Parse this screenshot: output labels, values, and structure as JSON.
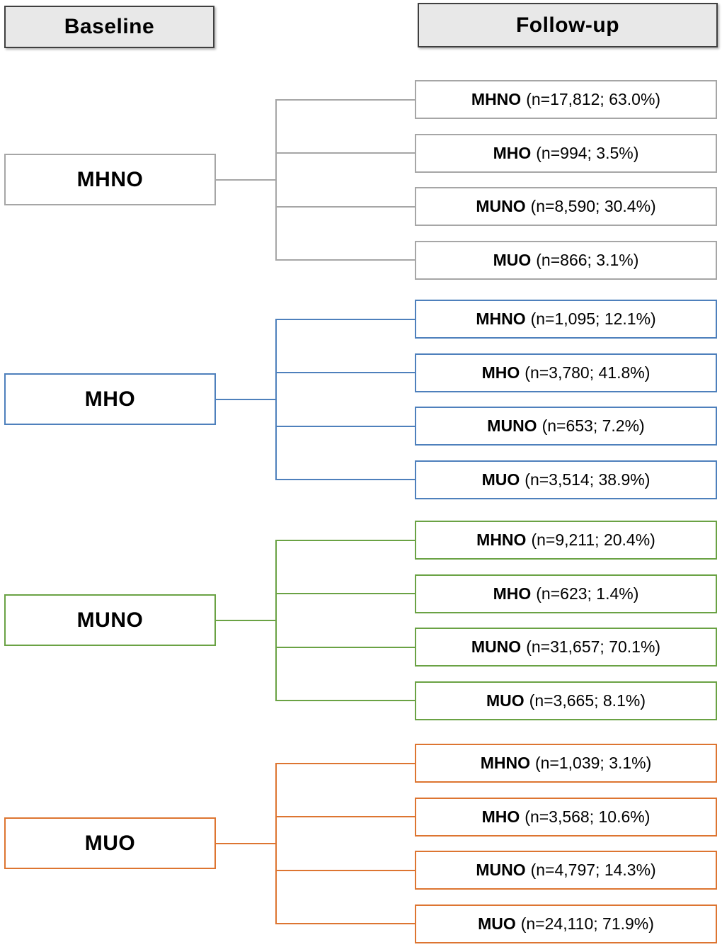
{
  "headers": {
    "baseline": "Baseline",
    "followup": "Follow-up"
  },
  "colors": {
    "group_gray": "#A6A6A6",
    "group_blue": "#4E80BC",
    "group_green": "#6AA244",
    "group_orange": "#DD7531",
    "header_fill": "#E8E8E8",
    "header_border": "#3F3F3F",
    "text": "#000000"
  },
  "groups": [
    {
      "baseline": "MHNO",
      "color_key": "group_gray",
      "followups": [
        {
          "label": "MHNO",
          "detail": "(n=17,812; 63.0%)"
        },
        {
          "label": "MHO",
          "detail": "(n=994; 3.5%)"
        },
        {
          "label": "MUNO",
          "detail": "(n=8,590; 30.4%)"
        },
        {
          "label": "MUO",
          "detail": "(n=866; 3.1%)"
        }
      ]
    },
    {
      "baseline": "MHO",
      "color_key": "group_blue",
      "followups": [
        {
          "label": "MHNO",
          "detail": "(n=1,095; 12.1%)"
        },
        {
          "label": "MHO",
          "detail": "(n=3,780; 41.8%)"
        },
        {
          "label": "MUNO",
          "detail": "(n=653; 7.2%)"
        },
        {
          "label": "MUO",
          "detail": "(n=3,514; 38.9%)"
        }
      ]
    },
    {
      "baseline": "MUNO",
      "color_key": "group_green",
      "followups": [
        {
          "label": "MHNO",
          "detail": "(n=9,211; 20.4%)"
        },
        {
          "label": "MHO",
          "detail": "(n=623; 1.4%)"
        },
        {
          "label": "MUNO",
          "detail": "(n=31,657; 70.1%)"
        },
        {
          "label": "MUO",
          "detail": "(n=3,665; 8.1%)"
        }
      ]
    },
    {
      "baseline": "MUO",
      "color_key": "group_orange",
      "followups": [
        {
          "label": "MHNO",
          "detail": "(n=1,039; 3.1%)"
        },
        {
          "label": "MHO",
          "detail": "(n=3,568; 10.6%)"
        },
        {
          "label": "MUNO",
          "detail": "(n=4,797; 14.3%)"
        },
        {
          "label": "MUO",
          "detail": "(n=24,110; 71.9%)"
        }
      ]
    }
  ]
}
